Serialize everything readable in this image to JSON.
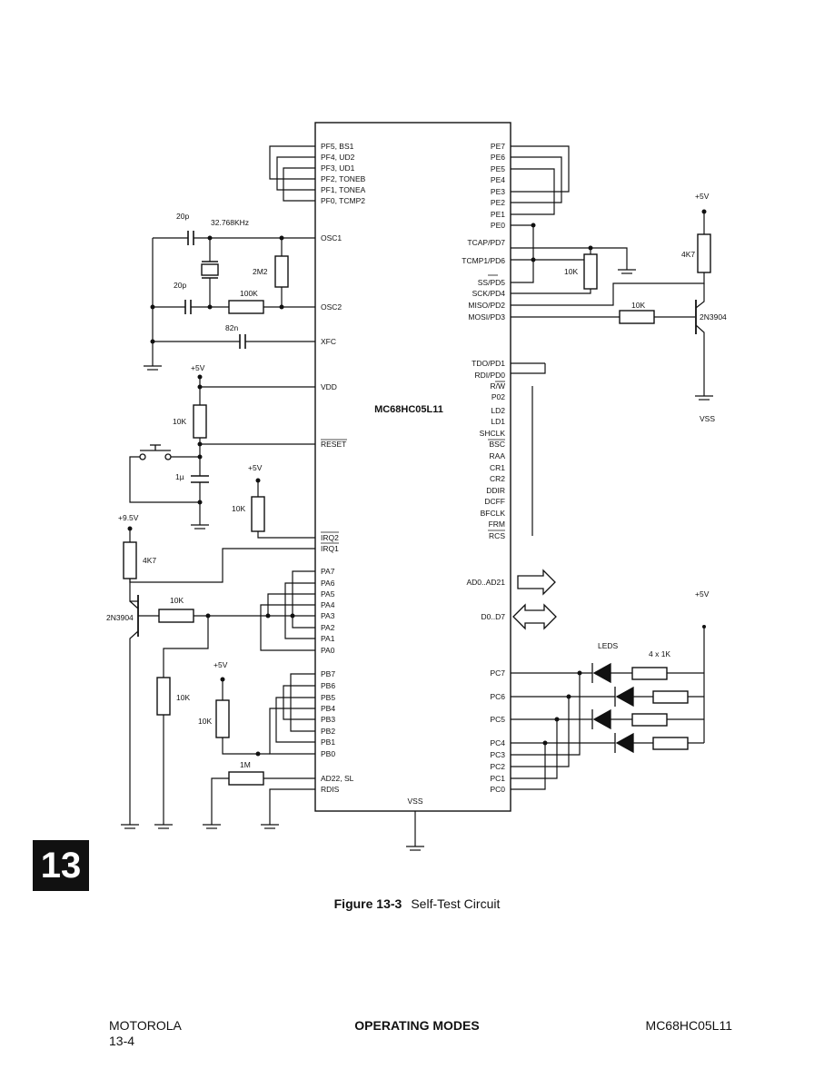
{
  "chip_name": "MC68HC05L11",
  "pins_left": [
    {
      "id": "pf5",
      "label": "PF5, BS1"
    },
    {
      "id": "pf4",
      "label": "PF4, UD2"
    },
    {
      "id": "pf3",
      "label": "PF3, UD1"
    },
    {
      "id": "pf2",
      "label": "PF2, TONEB"
    },
    {
      "id": "pf1",
      "label": "PF1, TONEA"
    },
    {
      "id": "pf0",
      "label": "PF0, TCMP2"
    },
    {
      "id": "osc1",
      "label": "OSC1"
    },
    {
      "id": "osc2",
      "label": "OSC2"
    },
    {
      "id": "xfc",
      "label": "XFC"
    },
    {
      "id": "vdd",
      "label": "VDD"
    },
    {
      "id": "reset",
      "label": "RESET"
    },
    {
      "id": "irq2",
      "label": "IRQ2"
    },
    {
      "id": "irq1",
      "label": "IRQ1"
    },
    {
      "id": "pa7",
      "label": "PA7"
    },
    {
      "id": "pa6",
      "label": "PA6"
    },
    {
      "id": "pa5",
      "label": "PA5"
    },
    {
      "id": "pa4",
      "label": "PA4"
    },
    {
      "id": "pa3",
      "label": "PA3"
    },
    {
      "id": "pa2",
      "label": "PA2"
    },
    {
      "id": "pa1",
      "label": "PA1"
    },
    {
      "id": "pa0",
      "label": "PA0"
    },
    {
      "id": "pb7",
      "label": "PB7"
    },
    {
      "id": "pb6",
      "label": "PB6"
    },
    {
      "id": "pb5",
      "label": "PB5"
    },
    {
      "id": "pb4",
      "label": "PB4"
    },
    {
      "id": "pb3",
      "label": "PB3"
    },
    {
      "id": "pb2",
      "label": "PB2"
    },
    {
      "id": "pb1",
      "label": "PB1"
    },
    {
      "id": "pb0",
      "label": "PB0"
    },
    {
      "id": "ad22",
      "label": "AD22, SL"
    },
    {
      "id": "rdis",
      "label": "RDIS"
    }
  ],
  "pins_right": [
    {
      "id": "pe7",
      "label": "PE7"
    },
    {
      "id": "pe6",
      "label": "PE6"
    },
    {
      "id": "pe5",
      "label": "PE5"
    },
    {
      "id": "pe4",
      "label": "PE4"
    },
    {
      "id": "pe3",
      "label": "PE3"
    },
    {
      "id": "pe2",
      "label": "PE2"
    },
    {
      "id": "pe1",
      "label": "PE1"
    },
    {
      "id": "pe0",
      "label": "PE0"
    },
    {
      "id": "tcap",
      "label": "TCAP/PD7"
    },
    {
      "id": "tcmp1",
      "label": "TCMP1/PD6"
    },
    {
      "id": "ss",
      "label": "SS/PD5"
    },
    {
      "id": "sck",
      "label": "SCK/PD4"
    },
    {
      "id": "miso",
      "label": "MISO/PD2"
    },
    {
      "id": "mosi",
      "label": "MOSI/PD3"
    },
    {
      "id": "tdo",
      "label": "TDO/PD1"
    },
    {
      "id": "rdi",
      "label": "RDI/PD0"
    },
    {
      "id": "rw",
      "label": "R/W"
    },
    {
      "id": "p02",
      "label": "P02"
    },
    {
      "id": "ld2",
      "label": "LD2"
    },
    {
      "id": "ld1",
      "label": "LD1"
    },
    {
      "id": "shclk",
      "label": "SHCLK"
    },
    {
      "id": "bsc",
      "label": "BSC"
    },
    {
      "id": "raa",
      "label": "RAA"
    },
    {
      "id": "cr1",
      "label": "CR1"
    },
    {
      "id": "cr2",
      "label": "CR2"
    },
    {
      "id": "ddir",
      "label": "DDIR"
    },
    {
      "id": "dcff",
      "label": "DCFF"
    },
    {
      "id": "bfclk",
      "label": "BFCLK"
    },
    {
      "id": "frm",
      "label": "FRM"
    },
    {
      "id": "rcs",
      "label": "RCS"
    },
    {
      "id": "ad",
      "label": "AD0..AD21"
    },
    {
      "id": "d",
      "label": "D0..D7"
    },
    {
      "id": "pc7",
      "label": "PC7"
    },
    {
      "id": "pc6",
      "label": "PC6"
    },
    {
      "id": "pc5",
      "label": "PC5"
    },
    {
      "id": "pc4",
      "label": "PC4"
    },
    {
      "id": "pc3",
      "label": "PC3"
    },
    {
      "id": "pc2",
      "label": "PC2"
    },
    {
      "id": "pc1",
      "label": "PC1"
    },
    {
      "id": "pc0",
      "label": "PC0"
    }
  ],
  "pin_vss": "VSS",
  "components": {
    "c_osc1": "20p",
    "crystal": "32.768KHz",
    "c_osc2": "20p",
    "r_osc2": "100K",
    "r_2m2": "2M2",
    "c_xfc": "82n",
    "vdd_supply": "+5V",
    "r_reset": "10K",
    "c_reset": "1µ",
    "irq_supply": "+5V",
    "r_irq": "10K",
    "supply_9v": "+9.5V",
    "r_4k7_left": "4K7",
    "q_left": "2N3904",
    "r_base_left": "10K",
    "r_pd_left": "10K",
    "pb_supply": "+5V",
    "r_pb": "10K",
    "r_1m": "1M",
    "r_tcmp": "10K",
    "supply_right": "+5V",
    "r_4k7_right": "4K7",
    "r_base_right": "10K",
    "q_right": "2N3904",
    "vss_right": "VSS",
    "leds_label": "LEDS",
    "r_leds": "4 x 1K",
    "led_supply": "+5V"
  },
  "chapter_tab": "13",
  "caption": {
    "number": "Figure 13-3",
    "title": "Self-Test Circuit"
  },
  "footer": {
    "left_line1": "MOTOROLA",
    "left_line2": "13-4",
    "center": "OPERATING MODES",
    "right": "MC68HC05L11"
  }
}
